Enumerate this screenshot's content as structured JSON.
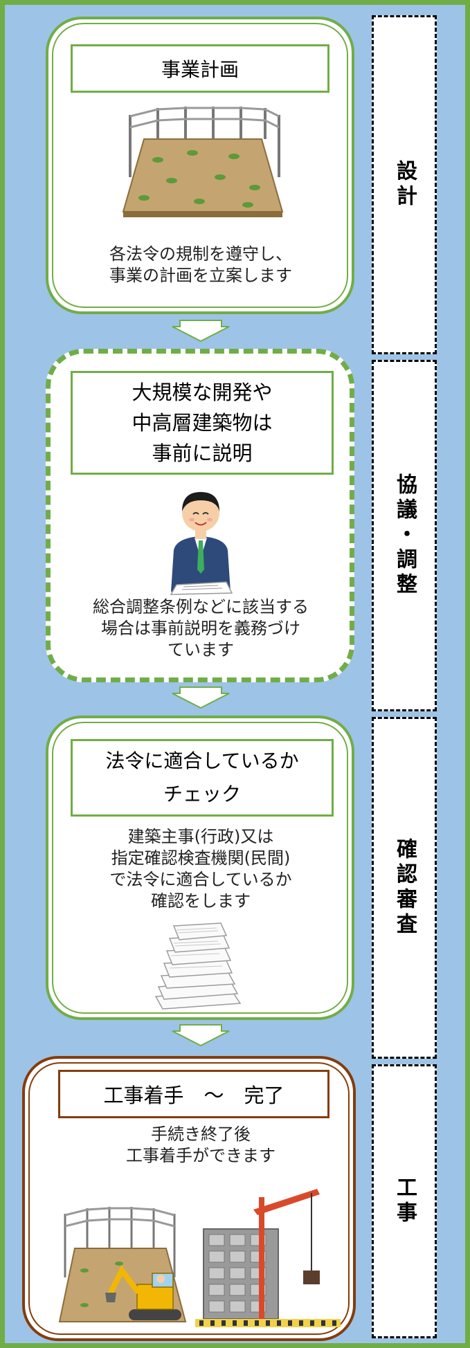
{
  "steps": [
    {
      "title_lines": [
        "事業計画"
      ],
      "description": [
        "各法令の規制を遵守し、",
        "事業の計画を立案します"
      ],
      "illustration": "fenced-empty-lot-illustration"
    },
    {
      "title_lines": [
        "大規模な開発や",
        "中高層建築物は",
        "事前に説明"
      ],
      "description": [
        "総合調整条例などに該当する",
        "場合は事前説明を義務づけ",
        "ています"
      ],
      "illustration": "businessman-explaining-illustration"
    },
    {
      "title_lines": [
        "法令に適合しているか",
        "チェック"
      ],
      "description": [
        "建築主事(行政)又は",
        "指定確認検査機関(民間)",
        "で法令に適合しているか",
        "確認をします"
      ],
      "illustration": "document-stack-illustration"
    },
    {
      "title_lines": [
        "工事着手　～　完了"
      ],
      "description": [
        "手続き終了後",
        "工事着手ができます"
      ],
      "illustration": "construction-site-illustration"
    }
  ],
  "phases": [
    {
      "label": "設計"
    },
    {
      "label": "協議・調整"
    },
    {
      "label": "確認審査"
    },
    {
      "label": "工事"
    }
  ],
  "colors": {
    "background": "#9dc3e6",
    "frame": "#70ad47",
    "step_border_green": "#70ad47",
    "step_border_brown": "#843c0c",
    "arrow": "#70ad47"
  }
}
